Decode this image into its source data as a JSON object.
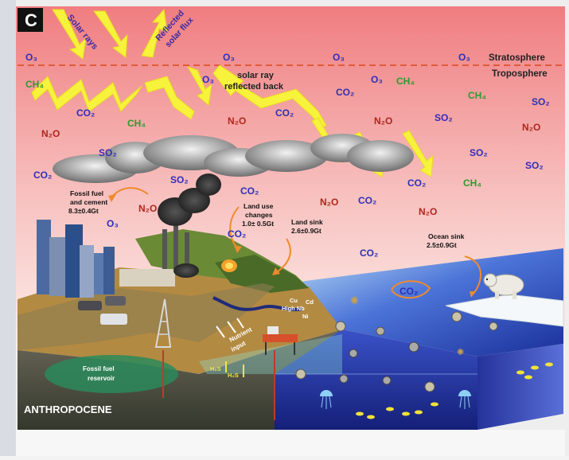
{
  "panel_letter": "C",
  "era_label": "ANTHROPOCENE",
  "layers": {
    "upper": "Stratosphere",
    "lower": "Troposphere"
  },
  "rays": {
    "solar": "Solar rays",
    "reflected_flux_1": "Reflected",
    "reflected_flux_2": "solar flux",
    "reflected_back_1": "solar ray",
    "reflected_back_2": "reflected back"
  },
  "fossil": {
    "line1": "Fossil fuel",
    "line2": "and cement",
    "value": "8.3±0.4Gt"
  },
  "land_use": {
    "line1": "Land use",
    "line2": "changes",
    "value": "1.0± 0.5Gt"
  },
  "land_sink": {
    "line1": "Land sink",
    "value": "2.6±0.9Gt"
  },
  "ocean_sink": {
    "line1": "Ocean sink",
    "value": "2.5±0.9Gt"
  },
  "reservoir": {
    "line1": "Fossil fuel",
    "line2": "reservoir"
  },
  "nutrient": {
    "line1": "Nutrient",
    "line2": "input"
  },
  "metals": {
    "cu": "Cu",
    "cd": "Cd",
    "ni": "Ni",
    "high_nb": "High Nb"
  },
  "h2s": "H₂S",
  "gases": {
    "o3": "O₃",
    "co2": "CO₂",
    "ch4": "CH₄",
    "n2o": "N₂O",
    "so2": "SO₂"
  },
  "colors": {
    "sky_top": "#f08a8a",
    "sky_bottom": "#fbe8e4",
    "ocean": "#3a56c8",
    "ray": "#f5f03a",
    "arrow": "#f08a2c",
    "dashed_line": "#e05a3a"
  }
}
